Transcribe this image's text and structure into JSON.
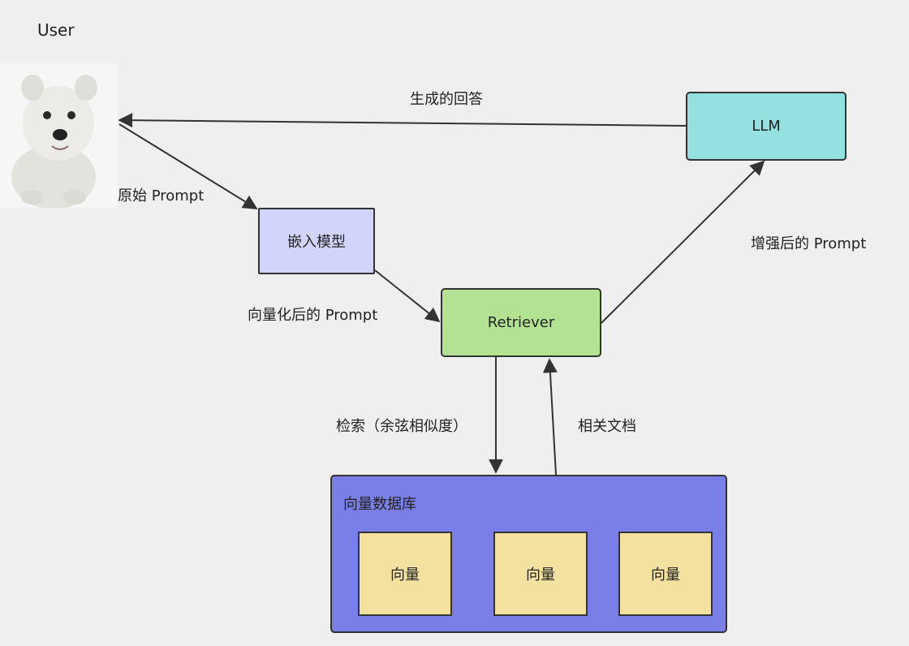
{
  "user": {
    "title": "User",
    "avatar_icon": "puppy-avatar"
  },
  "nodes": {
    "llm": "LLM",
    "embedding_model": "嵌入模型",
    "retriever": "Retriever",
    "vector_db": {
      "title": "向量数据库",
      "vectors": [
        "向量",
        "向量",
        "向量"
      ]
    }
  },
  "edges": {
    "generated_answer": "生成的回答",
    "raw_prompt": "原始 Prompt",
    "vectorized_prompt": "向量化后的 Prompt",
    "enhanced_prompt": "增强后的 Prompt",
    "search": "检索（余弦相似度）",
    "related_docs": "相关文档"
  },
  "colors": {
    "background": "#efefef",
    "llm": "#95e1e0",
    "embedding_model": "#d3d4fb",
    "retriever": "#b3e293",
    "vector_db": "#7a7fe8",
    "vector": "#f3e1a0",
    "stroke": "#333333"
  }
}
